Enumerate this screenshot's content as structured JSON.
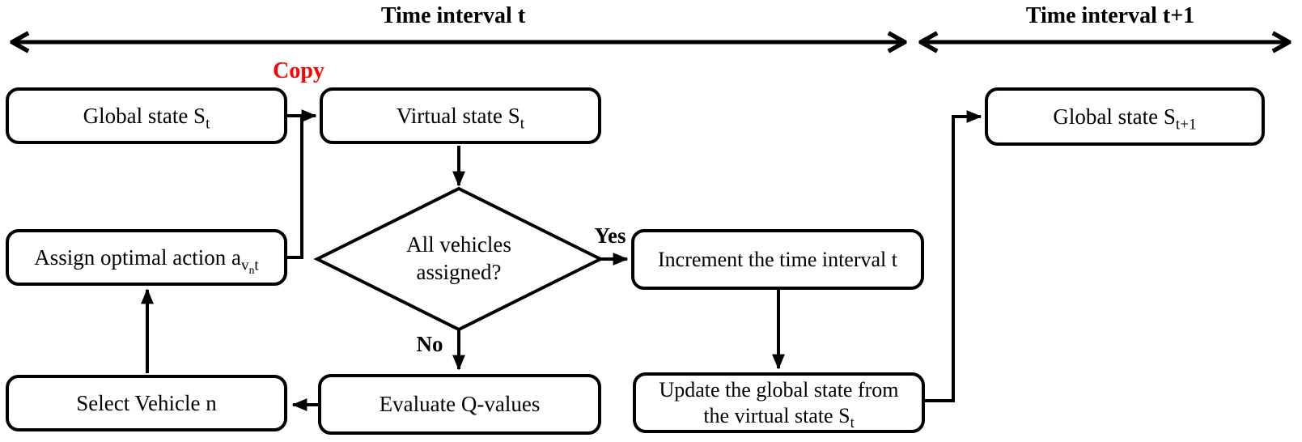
{
  "figure": {
    "type": "flowchart"
  },
  "colors": {
    "line": "#000000",
    "text": "#000000",
    "copy_label": "#ff0000",
    "node_fill": "#ffffff",
    "background": "#ffffff"
  },
  "timeline": {
    "left_label": "Time interval t",
    "right_label": "Time interval t+1"
  },
  "edge_labels": {
    "copy": "Copy",
    "yes": "Yes",
    "no": "No"
  },
  "nodes": {
    "global_state_t": {
      "lines": [
        [
          {
            "text": "Global state S"
          },
          {
            "text": "t",
            "level": 1
          }
        ]
      ]
    },
    "virtual_state_t": {
      "lines": [
        [
          {
            "text": "Virtual state S"
          },
          {
            "text": "t",
            "level": 1
          }
        ]
      ]
    },
    "global_state_t_plus_1": {
      "lines": [
        [
          {
            "text": "Global state S"
          },
          {
            "text": "t+1",
            "level": 1
          }
        ]
      ]
    },
    "assign_optimal_action": {
      "lines": [
        [
          {
            "text": "Assign optimal action a"
          },
          {
            "text": "v",
            "level": 1
          },
          {
            "text": "n",
            "level": 2
          },
          {
            "text": "t",
            "level": 1
          }
        ]
      ]
    },
    "increment_time_interval": {
      "lines": [
        [
          {
            "text": "Increment the time interval t"
          }
        ]
      ]
    },
    "select_vehicle": {
      "lines": [
        [
          {
            "text": "Select Vehicle n"
          }
        ]
      ]
    },
    "evaluate_q_values": {
      "lines": [
        [
          {
            "text": "Evaluate Q-values"
          }
        ]
      ]
    },
    "update_global_state": {
      "lines": [
        [
          {
            "text": "Update the global state from"
          }
        ],
        [
          {
            "text": "the virtual state S"
          },
          {
            "text": "t",
            "level": 1
          }
        ]
      ]
    },
    "decision_all_vehicles_assigned": {
      "lines": [
        [
          {
            "text": "All vehicles"
          }
        ],
        [
          {
            "text": "assigned?"
          }
        ]
      ]
    }
  }
}
